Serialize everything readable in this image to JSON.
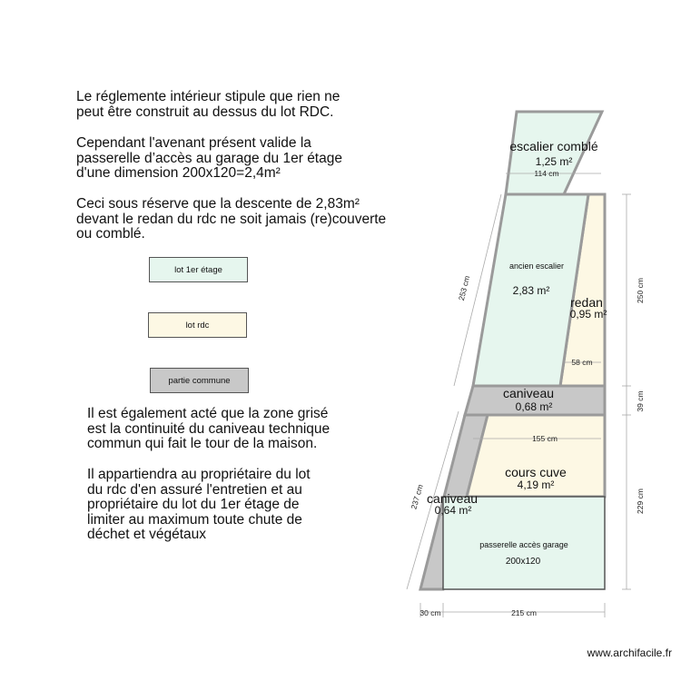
{
  "notes": {
    "p1": "Le réglemente intérieur stipule que rien ne\npeut être construit au dessus du lot RDC.",
    "p2": "Cependant l'avenant présent valide la\npasserelle d’accès au garage du 1er étage\nd'une dimension 200x120=2,4m²",
    "p3": "Ceci sous réserve que la descente de 2,83m²\ndevant le redan du rdc ne soit jamais (re)couverte\nou comblé.",
    "p4": "Il est également acté que la zone grisé\nest la continuité du caniveau technique\ncommun qui fait le tour de la maison.",
    "p5": "Il appartiendra au propriétaire du lot\ndu rdc d'en assuré l'entretien et au\npropriétaire du lot du 1er étage de\nlimiter au maximum toute chute de\ndéchet et végétaux"
  },
  "legend": {
    "lot1": {
      "label": "lot 1er étage",
      "color": "#e6f6ee"
    },
    "lotrdc": {
      "label": "lot rdc",
      "color": "#fdf8e4"
    },
    "commune": {
      "label": "partie commune",
      "color": "#c8c8c8"
    }
  },
  "rooms": {
    "escalier_comble": {
      "name": "escalier comblé",
      "area": "1,25 m²"
    },
    "ancien_escalier": {
      "name": "ancien escalier",
      "area": "2,83 m²"
    },
    "redan": {
      "name": "redan",
      "area": "0,95 m²"
    },
    "caniveau_top": {
      "name": "caniveau",
      "area": "0,68 m²"
    },
    "cours_cuve": {
      "name": "cours cuve",
      "area": "4,19 m²"
    },
    "caniveau_left": {
      "name": "caniveau",
      "area": "0,64 m²"
    },
    "passerelle": {
      "name": "passerelle accès garage",
      "size": "200x120"
    }
  },
  "dimensions": {
    "d114": "114 cm",
    "d253": "253 cm",
    "d250": "250 cm",
    "d58": "58 cm",
    "d39": "39 cm",
    "d155": "155 cm",
    "d237": "237 cm",
    "d229": "229 cm",
    "d30": "30 cm",
    "d215": "215 cm"
  },
  "colors": {
    "lot1": "#e6f6ee",
    "rdc": "#fdf8e4",
    "commune": "#c8c8c8",
    "wall": "#9a9a9a"
  },
  "footer": "www.archifacile.fr"
}
